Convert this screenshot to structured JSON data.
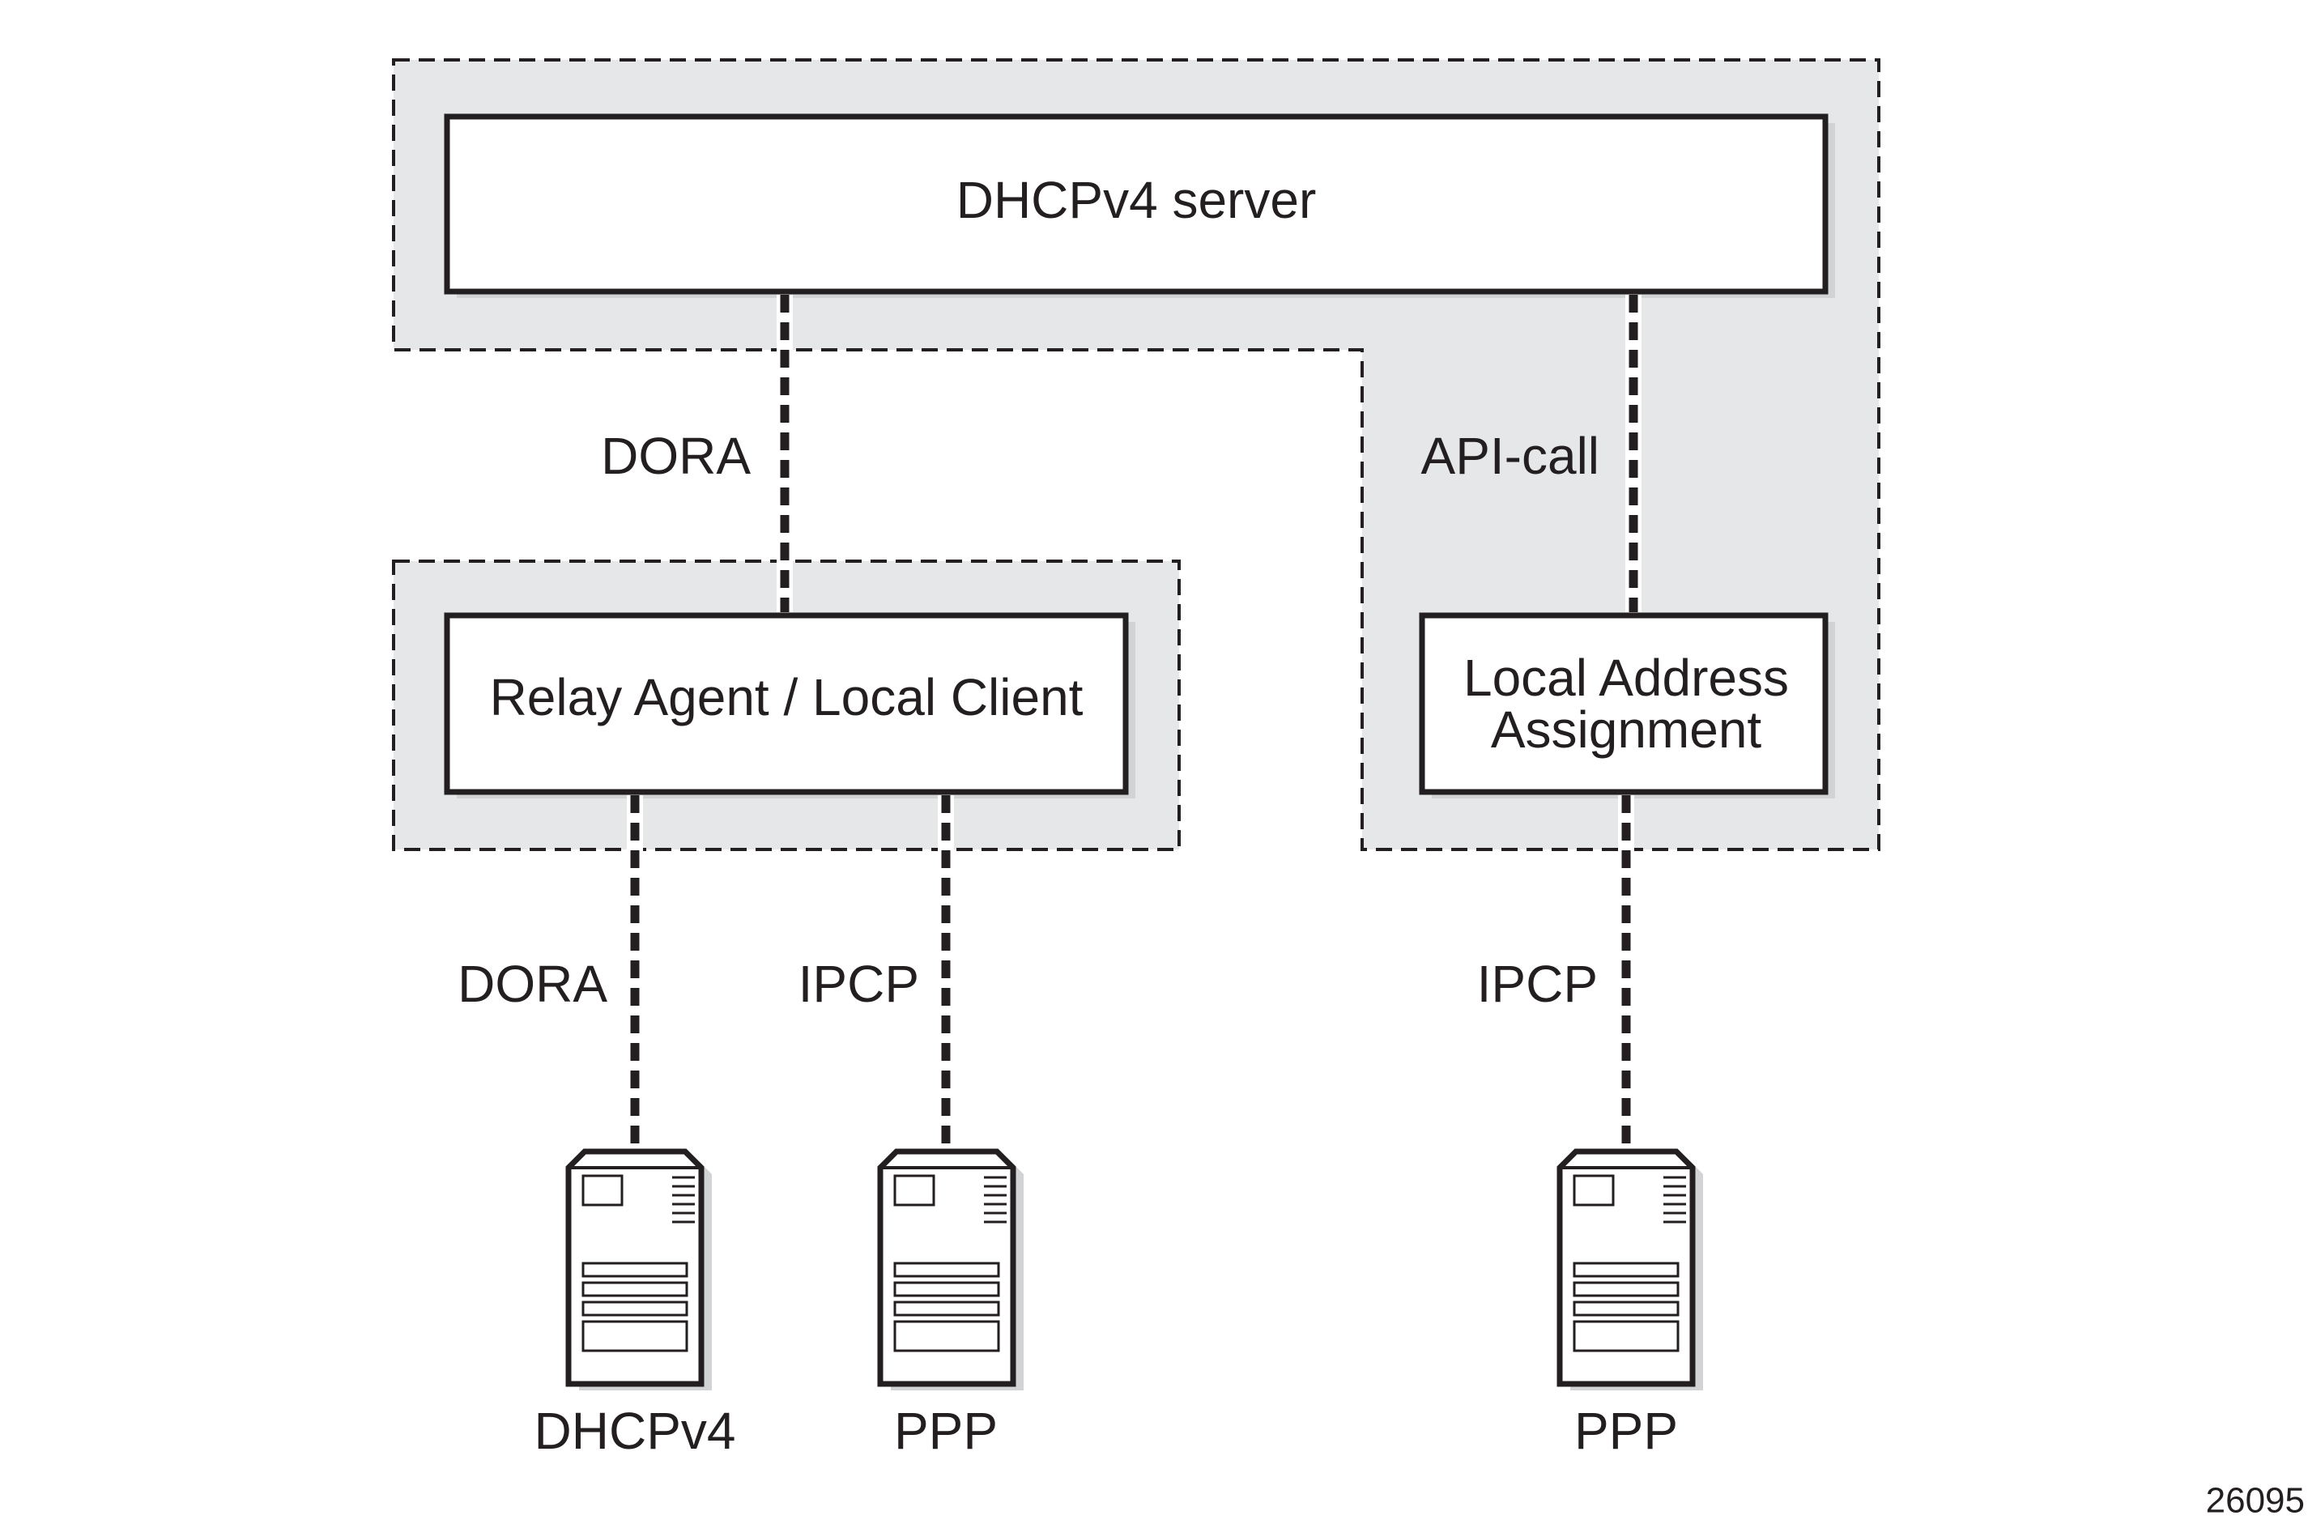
{
  "colors": {
    "stroke": "#231f20",
    "zone_fill": "#e6e7e8",
    "shadow": "#d1d3d4",
    "box_fill": "#ffffff"
  },
  "nodes": {
    "dhcp_server": "DHCPv4 server",
    "relay_agent": "Relay Agent / Local Client",
    "local_address_line1": "Local Address",
    "local_address_line2": "Assignment"
  },
  "links": {
    "dora_upper": "DORA",
    "api_call": "API-call",
    "dora_lower": "DORA",
    "ipcp_left": "IPCP",
    "ipcp_right": "IPCP"
  },
  "devices": {
    "dhcpv4_client": "DHCPv4",
    "ppp_client_left": "PPP",
    "ppp_client_right": "PPP"
  },
  "figure_id": "26095",
  "icons": {
    "client_device": "server-tower-icon"
  }
}
